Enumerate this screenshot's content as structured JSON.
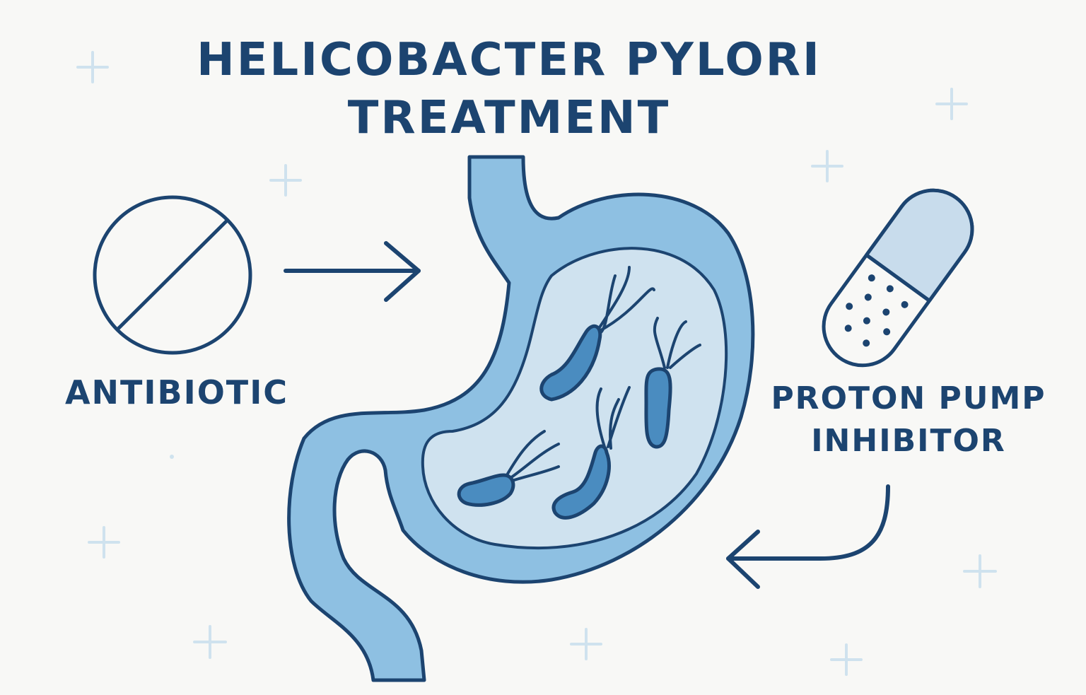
{
  "title": {
    "line1": "HELICOBACTER PYLORI",
    "line2": "TREATMENT"
  },
  "labels": {
    "antibiotic": "ANTIBIOTIC",
    "ppi_line1": "PROTON PUMP",
    "ppi_line2": "INHIBITOR"
  },
  "icons": {
    "antibiotic": "antibiotic-prohibition-icon",
    "stomach": "stomach-icon",
    "bacteria": "helicobacter-bacteria-icon",
    "capsule": "capsule-icon"
  },
  "colors": {
    "outline": "#1c4470",
    "stomach_wall": "#8ec0e2",
    "stomach_inner": "#cfe2ef",
    "bacteria": "#4a8cc0",
    "capsule_light": "#c8dcec",
    "sparkle": "#cfe2ee",
    "background": "#f8f8f6"
  }
}
